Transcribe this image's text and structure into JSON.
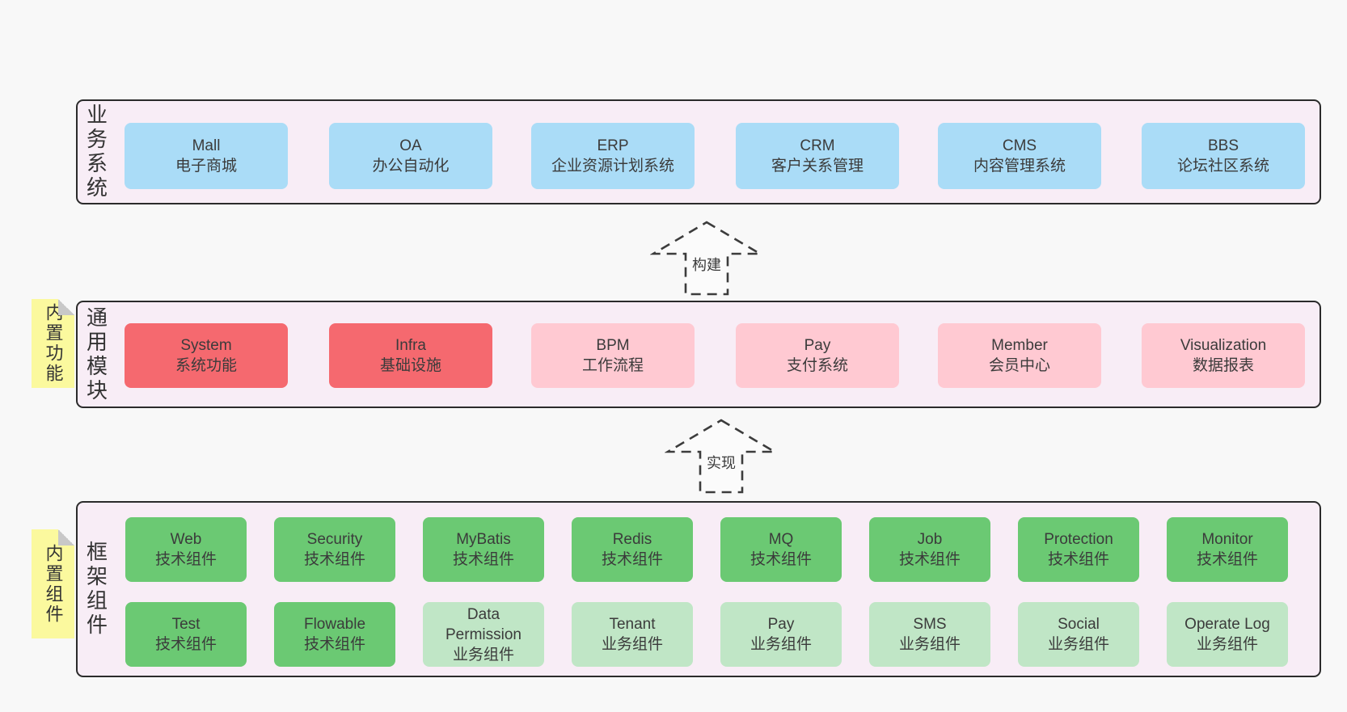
{
  "colors": {
    "page_bg": "#f8f8f8",
    "panel_bg": "#f8edf6",
    "panel_border": "#2b2b2b",
    "blue": "#aadcf7",
    "red": "#f5696f",
    "pink": "#ffc9d2",
    "green": "#6bc973",
    "light_green": "#c0e6c6",
    "note_yellow": "#fbf99e",
    "note_fold": "#c8c8c8",
    "text": "#3b3b3b"
  },
  "arrows": {
    "build": "构建",
    "implement": "实现"
  },
  "layers": {
    "business": {
      "label": "业务系统",
      "boxes": [
        {
          "title": "Mall",
          "subtitle": "电子商城",
          "variant": "blue"
        },
        {
          "title": "OA",
          "subtitle": "办公自动化",
          "variant": "blue"
        },
        {
          "title": "ERP",
          "subtitle": "企业资源计划系统",
          "variant": "blue"
        },
        {
          "title": "CRM",
          "subtitle": "客户关系管理",
          "variant": "blue"
        },
        {
          "title": "CMS",
          "subtitle": "内容管理系统",
          "variant": "blue"
        },
        {
          "title": "BBS",
          "subtitle": "论坛社区系统",
          "variant": "blue"
        }
      ]
    },
    "modules": {
      "label": "通用模块",
      "note": "内置功能",
      "boxes": [
        {
          "title": "System",
          "subtitle": "系统功能",
          "variant": "red"
        },
        {
          "title": "Infra",
          "subtitle": "基础设施",
          "variant": "red"
        },
        {
          "title": "BPM",
          "subtitle": "工作流程",
          "variant": "pink"
        },
        {
          "title": "Pay",
          "subtitle": "支付系统",
          "variant": "pink"
        },
        {
          "title": "Member",
          "subtitle": "会员中心",
          "variant": "pink"
        },
        {
          "title": "Visualization",
          "subtitle": "数据报表",
          "variant": "pink"
        }
      ]
    },
    "framework": {
      "label": "框架组件",
      "note": "内置组件",
      "row1": [
        {
          "title": "Web",
          "subtitle": "技术组件",
          "variant": "green"
        },
        {
          "title": "Security",
          "subtitle": "技术组件",
          "variant": "green"
        },
        {
          "title": "MyBatis",
          "subtitle": "技术组件",
          "variant": "green"
        },
        {
          "title": "Redis",
          "subtitle": "技术组件",
          "variant": "green"
        },
        {
          "title": "MQ",
          "subtitle": "技术组件",
          "variant": "green"
        },
        {
          "title": "Job",
          "subtitle": "技术组件",
          "variant": "green"
        },
        {
          "title": "Protection",
          "subtitle": "技术组件",
          "variant": "green"
        },
        {
          "title": "Monitor",
          "subtitle": "技术组件",
          "variant": "green"
        }
      ],
      "row2": [
        {
          "title": "Test",
          "subtitle": "技术组件",
          "variant": "green"
        },
        {
          "title": "Flowable",
          "subtitle": "技术组件",
          "variant": "green"
        },
        {
          "title": "Data Permission",
          "subtitle": "业务组件",
          "variant": "light-green"
        },
        {
          "title": "Tenant",
          "subtitle": "业务组件",
          "variant": "light-green"
        },
        {
          "title": "Pay",
          "subtitle": "业务组件",
          "variant": "light-green"
        },
        {
          "title": "SMS",
          "subtitle": "业务组件",
          "variant": "light-green"
        },
        {
          "title": "Social",
          "subtitle": "业务组件",
          "variant": "light-green"
        },
        {
          "title": "Operate Log",
          "subtitle": "业务组件",
          "variant": "light-green"
        }
      ]
    }
  }
}
